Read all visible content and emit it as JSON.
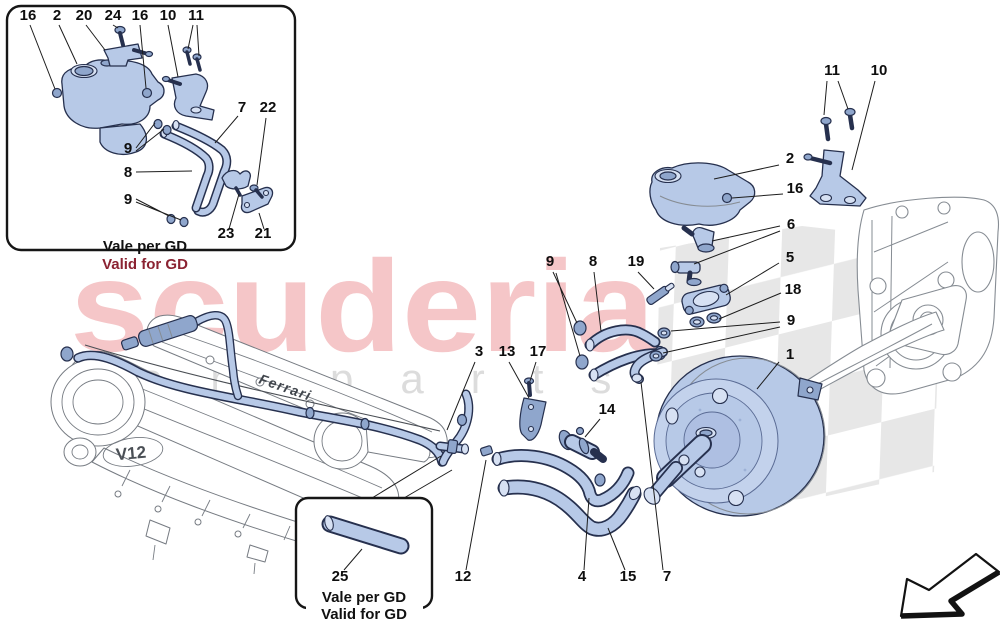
{
  "watermark": {
    "brand": "scuderia",
    "subtitle": "car parts"
  },
  "engine": {
    "badge": "V12",
    "script": "Ferrari"
  },
  "notes": {
    "top": {
      "line1": "Vale per GD",
      "line2": "Valid for GD"
    },
    "bottom": {
      "line1": "Vale per GD",
      "line2": "Valid for GD"
    }
  },
  "callouts": {
    "inset_top": [
      "16",
      "2",
      "20",
      "24",
      "16",
      "10",
      "11",
      "7",
      "22",
      "9",
      "8",
      "9",
      "23",
      "21"
    ],
    "right": [
      "11",
      "10",
      "2",
      "16",
      "6",
      "5",
      "18",
      "9",
      "1"
    ],
    "center": [
      "9",
      "8",
      "19",
      "3",
      "13",
      "17",
      "14"
    ],
    "bottom": [
      "12",
      "4",
      "15",
      "7"
    ],
    "inset_bottom": [
      "25"
    ]
  },
  "colors": {
    "part_fill": "#b7c9e7",
    "part_fill_dark": "#8fa6cc",
    "part_stroke": "#26304e",
    "line_art_gray": "#868c93",
    "watermark_pink": "#f5c6c8",
    "watermark_gray": "#dcdcdc",
    "note_red": "#8b2332",
    "checker_gray": "#e4e4e4"
  },
  "icons": {
    "direction_arrow": "down-left-arrow"
  }
}
